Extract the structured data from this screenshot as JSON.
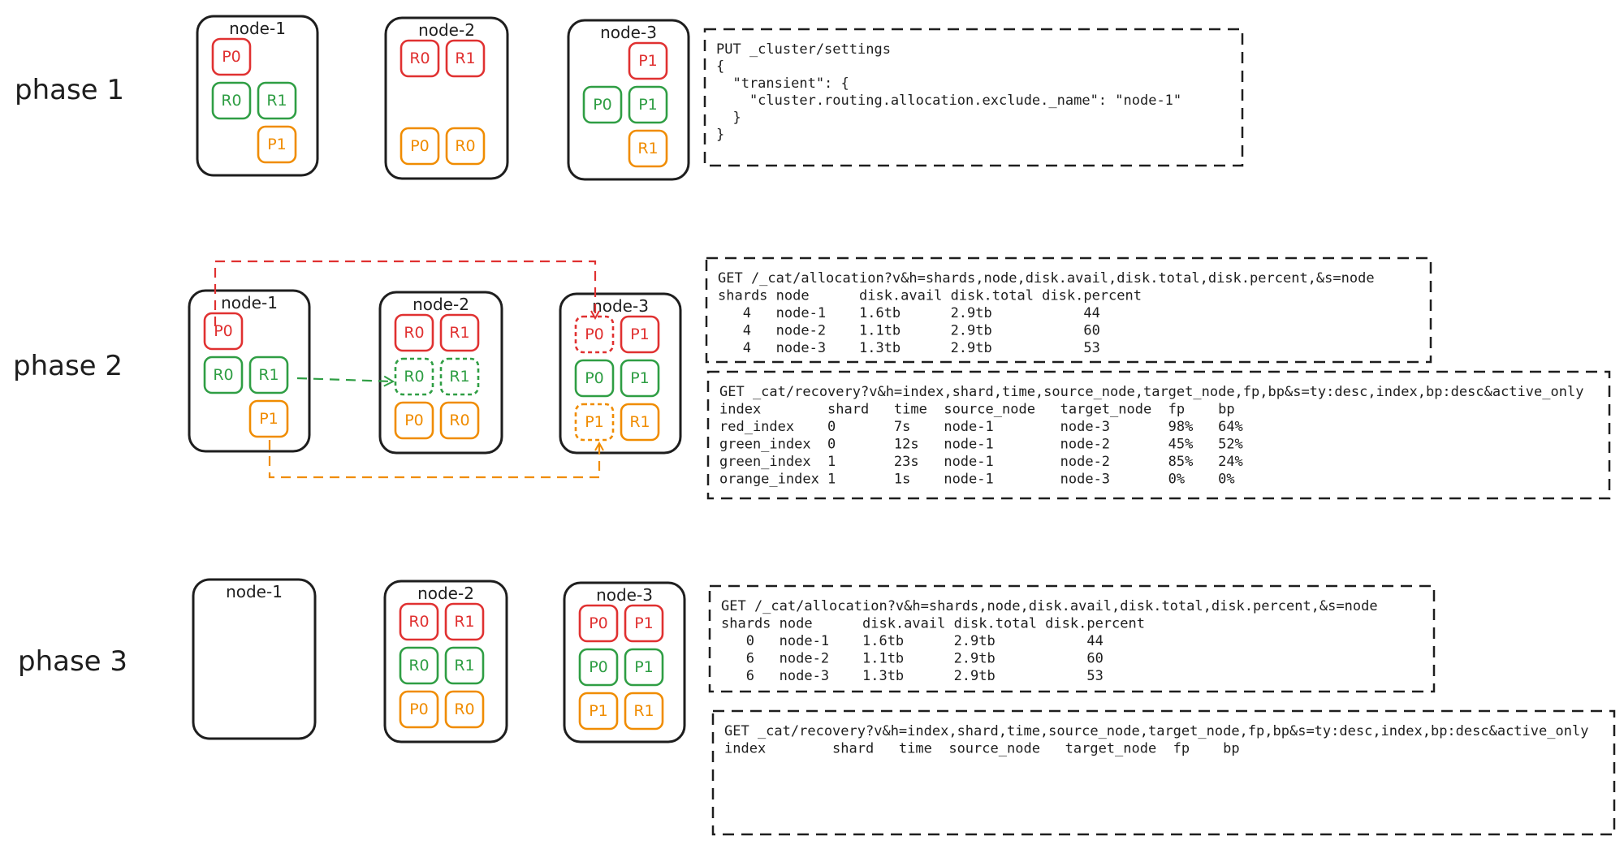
{
  "colors": {
    "red": "#e03131",
    "green": "#2f9e44",
    "orange": "#f08c00",
    "ink": "#1e1e1e"
  },
  "phases": [
    {
      "label": "phase 1",
      "nodes": [
        {
          "name": "node-1",
          "shards": [
            {
              "label": "P0",
              "color": "red",
              "cell": [
                0,
                0
              ]
            },
            {
              "label": "R0",
              "color": "green",
              "cell": [
                0,
                1
              ]
            },
            {
              "label": "R1",
              "color": "green",
              "cell": [
                1,
                1
              ]
            },
            {
              "label": "P1",
              "color": "orange",
              "cell": [
                1,
                2
              ]
            }
          ]
        },
        {
          "name": "node-2",
          "shards": [
            {
              "label": "R0",
              "color": "red",
              "cell": [
                0,
                0
              ]
            },
            {
              "label": "R1",
              "color": "red",
              "cell": [
                1,
                0
              ]
            },
            {
              "label": "P0",
              "color": "orange",
              "cell": [
                0,
                2
              ]
            },
            {
              "label": "R0",
              "color": "orange",
              "cell": [
                1,
                2
              ]
            }
          ]
        },
        {
          "name": "node-3",
          "shards": [
            {
              "label": "P1",
              "color": "red",
              "cell": [
                1,
                0
              ]
            },
            {
              "label": "P0",
              "color": "green",
              "cell": [
                0,
                1
              ]
            },
            {
              "label": "P1",
              "color": "green",
              "cell": [
                1,
                1
              ]
            },
            {
              "label": "R1",
              "color": "orange",
              "cell": [
                1,
                2
              ]
            }
          ]
        }
      ],
      "panels": [
        {
          "lines": [
            "PUT _cluster/settings",
            "{",
            "  \"transient\": {",
            "    \"cluster.routing.allocation.exclude._name\": \"node-1\"",
            "  }",
            "}"
          ]
        }
      ]
    },
    {
      "label": "phase 2",
      "nodes": [
        {
          "name": "node-1",
          "shards": [
            {
              "label": "P0",
              "color": "red",
              "cell": [
                0,
                0
              ]
            },
            {
              "label": "R0",
              "color": "green",
              "cell": [
                0,
                1
              ]
            },
            {
              "label": "R1",
              "color": "green",
              "cell": [
                1,
                1
              ]
            },
            {
              "label": "P1",
              "color": "orange",
              "cell": [
                1,
                2
              ]
            }
          ]
        },
        {
          "name": "node-2",
          "shards": [
            {
              "label": "R0",
              "color": "red",
              "cell": [
                0,
                0
              ]
            },
            {
              "label": "R1",
              "color": "red",
              "cell": [
                1,
                0
              ]
            },
            {
              "label": "R0",
              "color": "green",
              "cell": [
                0,
                1
              ],
              "dashed": true
            },
            {
              "label": "R1",
              "color": "green",
              "cell": [
                1,
                1
              ],
              "dashed": true
            },
            {
              "label": "P0",
              "color": "orange",
              "cell": [
                0,
                2
              ]
            },
            {
              "label": "R0",
              "color": "orange",
              "cell": [
                1,
                2
              ]
            }
          ]
        },
        {
          "name": "node-3",
          "shards": [
            {
              "label": "P0",
              "color": "red",
              "cell": [
                0,
                0
              ],
              "dashed": true
            },
            {
              "label": "P1",
              "color": "red",
              "cell": [
                1,
                0
              ]
            },
            {
              "label": "P0",
              "color": "green",
              "cell": [
                0,
                1
              ]
            },
            {
              "label": "P1",
              "color": "green",
              "cell": [
                1,
                1
              ]
            },
            {
              "label": "P1",
              "color": "orange",
              "cell": [
                0,
                2
              ],
              "dashed": true
            },
            {
              "label": "R1",
              "color": "orange",
              "cell": [
                1,
                2
              ]
            }
          ]
        }
      ],
      "panels": [
        {
          "lines": [
            "GET /_cat/allocation?v&h=shards,node,disk.avail,disk.total,disk.percent,&s=node",
            "shards node      disk.avail disk.total disk.percent",
            "   4   node-1    1.6tb      2.9tb           44",
            "   4   node-2    1.1tb      2.9tb           60",
            "   4   node-3    1.3tb      2.9tb           53"
          ]
        },
        {
          "lines": [
            "GET _cat/recovery?v&h=index,shard,time,source_node,target_node,fp,bp&s=ty:desc,index,bp:desc&active_only",
            "index        shard   time  source_node   target_node  fp    bp",
            "red_index    0       7s    node-1        node-3       98%   64%",
            "green_index  0       12s   node-1        node-2       45%   52%",
            "green_index  1       23s   node-1        node-2       85%   24%",
            "orange_index 1       1s    node-1        node-3       0%    0%"
          ]
        }
      ]
    },
    {
      "label": "phase 3",
      "nodes": [
        {
          "name": "node-1",
          "shards": []
        },
        {
          "name": "node-2",
          "shards": [
            {
              "label": "R0",
              "color": "red",
              "cell": [
                0,
                0
              ]
            },
            {
              "label": "R1",
              "color": "red",
              "cell": [
                1,
                0
              ]
            },
            {
              "label": "R0",
              "color": "green",
              "cell": [
                0,
                1
              ]
            },
            {
              "label": "R1",
              "color": "green",
              "cell": [
                1,
                1
              ]
            },
            {
              "label": "P0",
              "color": "orange",
              "cell": [
                0,
                2
              ]
            },
            {
              "label": "R0",
              "color": "orange",
              "cell": [
                1,
                2
              ]
            }
          ]
        },
        {
          "name": "node-3",
          "shards": [
            {
              "label": "P0",
              "color": "red",
              "cell": [
                0,
                0
              ]
            },
            {
              "label": "P1",
              "color": "red",
              "cell": [
                1,
                0
              ]
            },
            {
              "label": "P0",
              "color": "green",
              "cell": [
                0,
                1
              ]
            },
            {
              "label": "P1",
              "color": "green",
              "cell": [
                1,
                1
              ]
            },
            {
              "label": "P1",
              "color": "orange",
              "cell": [
                0,
                2
              ]
            },
            {
              "label": "R1",
              "color": "orange",
              "cell": [
                1,
                2
              ]
            }
          ]
        }
      ],
      "panels": [
        {
          "lines": [
            "GET /_cat/allocation?v&h=shards,node,disk.avail,disk.total,disk.percent,&s=node",
            "shards node      disk.avail disk.total disk.percent",
            "   0   node-1    1.6tb      2.9tb           44",
            "   6   node-2    1.1tb      2.9tb           60",
            "   6   node-3    1.3tb      2.9tb           53"
          ]
        },
        {
          "lines": [
            "GET _cat/recovery?v&h=index,shard,time,source_node,target_node,fp,bp&s=ty:desc,index,bp:desc&active_only",
            "index        shard   time  source_node   target_node  fp    bp"
          ]
        }
      ]
    }
  ]
}
